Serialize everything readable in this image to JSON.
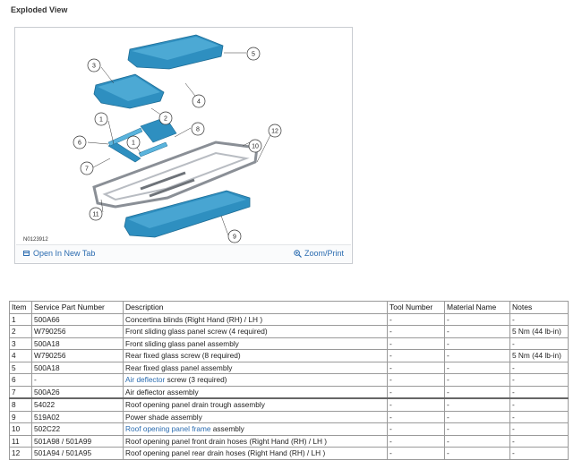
{
  "section_title": "Exploded View",
  "figure": {
    "figure_id": "N0123912",
    "callouts": [
      "1",
      "2",
      "3",
      "4",
      "5",
      "6",
      "7",
      "8",
      "9",
      "10",
      "11",
      "12",
      "1"
    ],
    "open_tab_label": "Open In New Tab",
    "zoom_label": "Zoom/Print",
    "colors": {
      "panel": "#2e8fc0",
      "panel_light": "#5ab4dd",
      "frame": "#8a8f96"
    }
  },
  "table": {
    "headers": [
      "Item",
      "Service Part Number",
      "Description",
      "Tool Number",
      "Material Name",
      "Notes"
    ],
    "rows": [
      {
        "item": "1",
        "part": "500A66",
        "desc": "Concertina blinds (Right Hand (RH) / LH )",
        "link": "",
        "desc_rest": "",
        "tool": "-",
        "material": "-",
        "notes": "-"
      },
      {
        "item": "2",
        "part": "W790256",
        "desc": "Front sliding glass panel screw (4 required)",
        "link": "",
        "desc_rest": "",
        "tool": "-",
        "material": "-",
        "notes": "5 Nm (44 lb-in)"
      },
      {
        "item": "3",
        "part": "500A18",
        "desc": "Front sliding glass panel assembly",
        "link": "",
        "desc_rest": "",
        "tool": "-",
        "material": "-",
        "notes": "-"
      },
      {
        "item": "4",
        "part": "W790256",
        "desc": "Rear fixed glass screw (8 required)",
        "link": "",
        "desc_rest": "",
        "tool": "-",
        "material": "-",
        "notes": "5 Nm (44 lb-in)"
      },
      {
        "item": "5",
        "part": "500A18",
        "desc": "Rear fixed glass panel assembly",
        "link": "",
        "desc_rest": "",
        "tool": "-",
        "material": "-",
        "notes": "-"
      },
      {
        "item": "6",
        "part": "-",
        "desc": "",
        "link": "Air deflector",
        "desc_rest": " screw (3 required)",
        "tool": "-",
        "material": "-",
        "notes": "-"
      },
      {
        "item": "7",
        "part": "500A26",
        "desc": "Air deflector assembly",
        "link": "",
        "desc_rest": "",
        "tool": "-",
        "material": "-",
        "notes": "-"
      },
      {
        "item": "8",
        "part": "54022",
        "desc": "Roof opening panel drain trough assembly",
        "link": "",
        "desc_rest": "",
        "tool": "-",
        "material": "-",
        "notes": "-"
      },
      {
        "item": "9",
        "part": "519A02",
        "desc": "Power shade assembly",
        "link": "",
        "desc_rest": "",
        "tool": "-",
        "material": "-",
        "notes": "-"
      },
      {
        "item": "10",
        "part": "502C22",
        "desc": "",
        "link": "Roof opening panel frame",
        "desc_rest": " assembly",
        "tool": "-",
        "material": "-",
        "notes": "-"
      },
      {
        "item": "11",
        "part": "501A98 / 501A99",
        "desc": "Roof opening panel front drain hoses (Right Hand (RH) / LH )",
        "link": "",
        "desc_rest": "",
        "tool": "-",
        "material": "-",
        "notes": "-"
      },
      {
        "item": "12",
        "part": "501A94 / 501A95",
        "desc": "Roof opening panel rear drain hoses (Right Hand (RH) / LH )",
        "link": "",
        "desc_rest": "",
        "tool": "-",
        "material": "-",
        "notes": "-"
      }
    ]
  }
}
